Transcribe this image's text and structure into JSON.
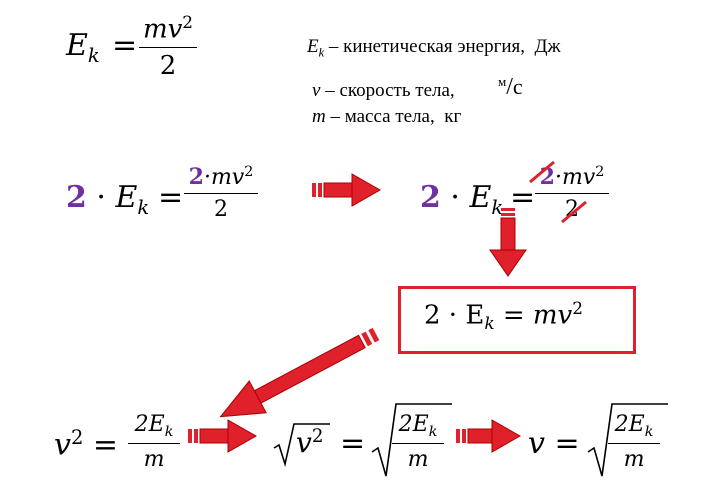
{
  "formula": {
    "lhs": "E",
    "lhs_sub": "k",
    "eq": "=",
    "num": "mv",
    "num_sup": "2",
    "den": "2"
  },
  "legend": [
    {
      "sym": "E",
      "sub": "k",
      "dash": " – ",
      "text": "кинетическая энергия,",
      "unit": "Дж"
    },
    {
      "sym": "v",
      "dash": " – ",
      "text": "скорость тела,",
      "unit_num": "м",
      "unit_den": "с"
    },
    {
      "sym": "m",
      "dash": " – ",
      "text": "масса тела,",
      "unit": "кг"
    }
  ],
  "step1": {
    "coef": "2",
    "dot": "·",
    "lhs": "E",
    "lhs_sub": "k",
    "eq": "=",
    "num_coef": "2",
    "num_rest": "·mv",
    "num_sup": "2",
    "den": "2"
  },
  "step2": {
    "coef": "2",
    "dot": "·",
    "lhs": "E",
    "lhs_sub": "k",
    "eq": "=",
    "num_coef": "2",
    "num_rest": "·mv",
    "num_sup": "2",
    "den": "2"
  },
  "boxed": {
    "text": "2 · E",
    "sub": "k",
    "eq": "=",
    "rhs": "mv",
    "rhs_sup": "2"
  },
  "bottom": {
    "v": "v",
    "sup": "2",
    "eq": "=",
    "num": "2E",
    "num_sub": "k",
    "den": "m"
  },
  "colors": {
    "purple": "#7030a0",
    "red": "#e0202a"
  }
}
